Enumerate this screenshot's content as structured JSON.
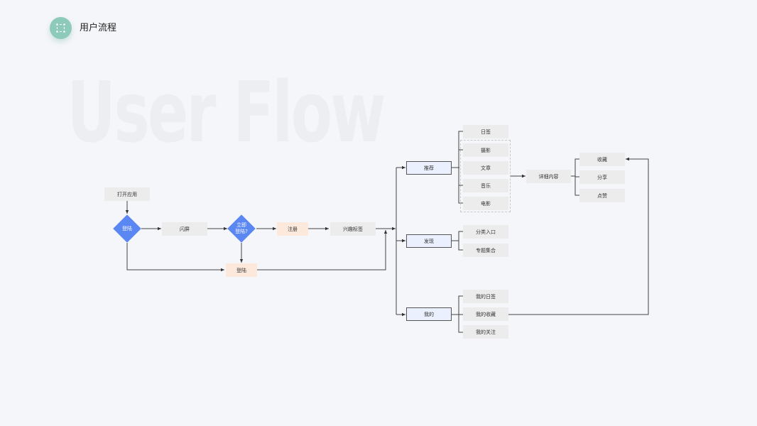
{
  "header": {
    "title": "用户流程",
    "icon": "frame-select-icon",
    "icon_color": "#8ecab9"
  },
  "background_title": "User Flow",
  "colors": {
    "decision": "#5b87f2",
    "process": "#ececec",
    "action": "#fde9dc",
    "section": "#eaf0fd",
    "connector": "#444444"
  },
  "flow": {
    "start": "打开应用",
    "decision_login": "登陆",
    "splash": "闪屏",
    "decision_login_now": "立即\n登陆?",
    "register": "注册",
    "login": "登陆",
    "interest_tags": "兴趣标签",
    "sections": {
      "recommend": {
        "label": "推荐",
        "items": [
          "日签",
          "摄影",
          "文章",
          "音乐",
          "电影"
        ]
      },
      "discover": {
        "label": "发现",
        "items": [
          "分类入口",
          "专题集合"
        ]
      },
      "mine": {
        "label": "我的",
        "items": [
          "我的日签",
          "我的收藏",
          "我的关注"
        ]
      }
    },
    "detail": "详细内容",
    "detail_actions": [
      "收藏",
      "分享",
      "点赞"
    ]
  }
}
